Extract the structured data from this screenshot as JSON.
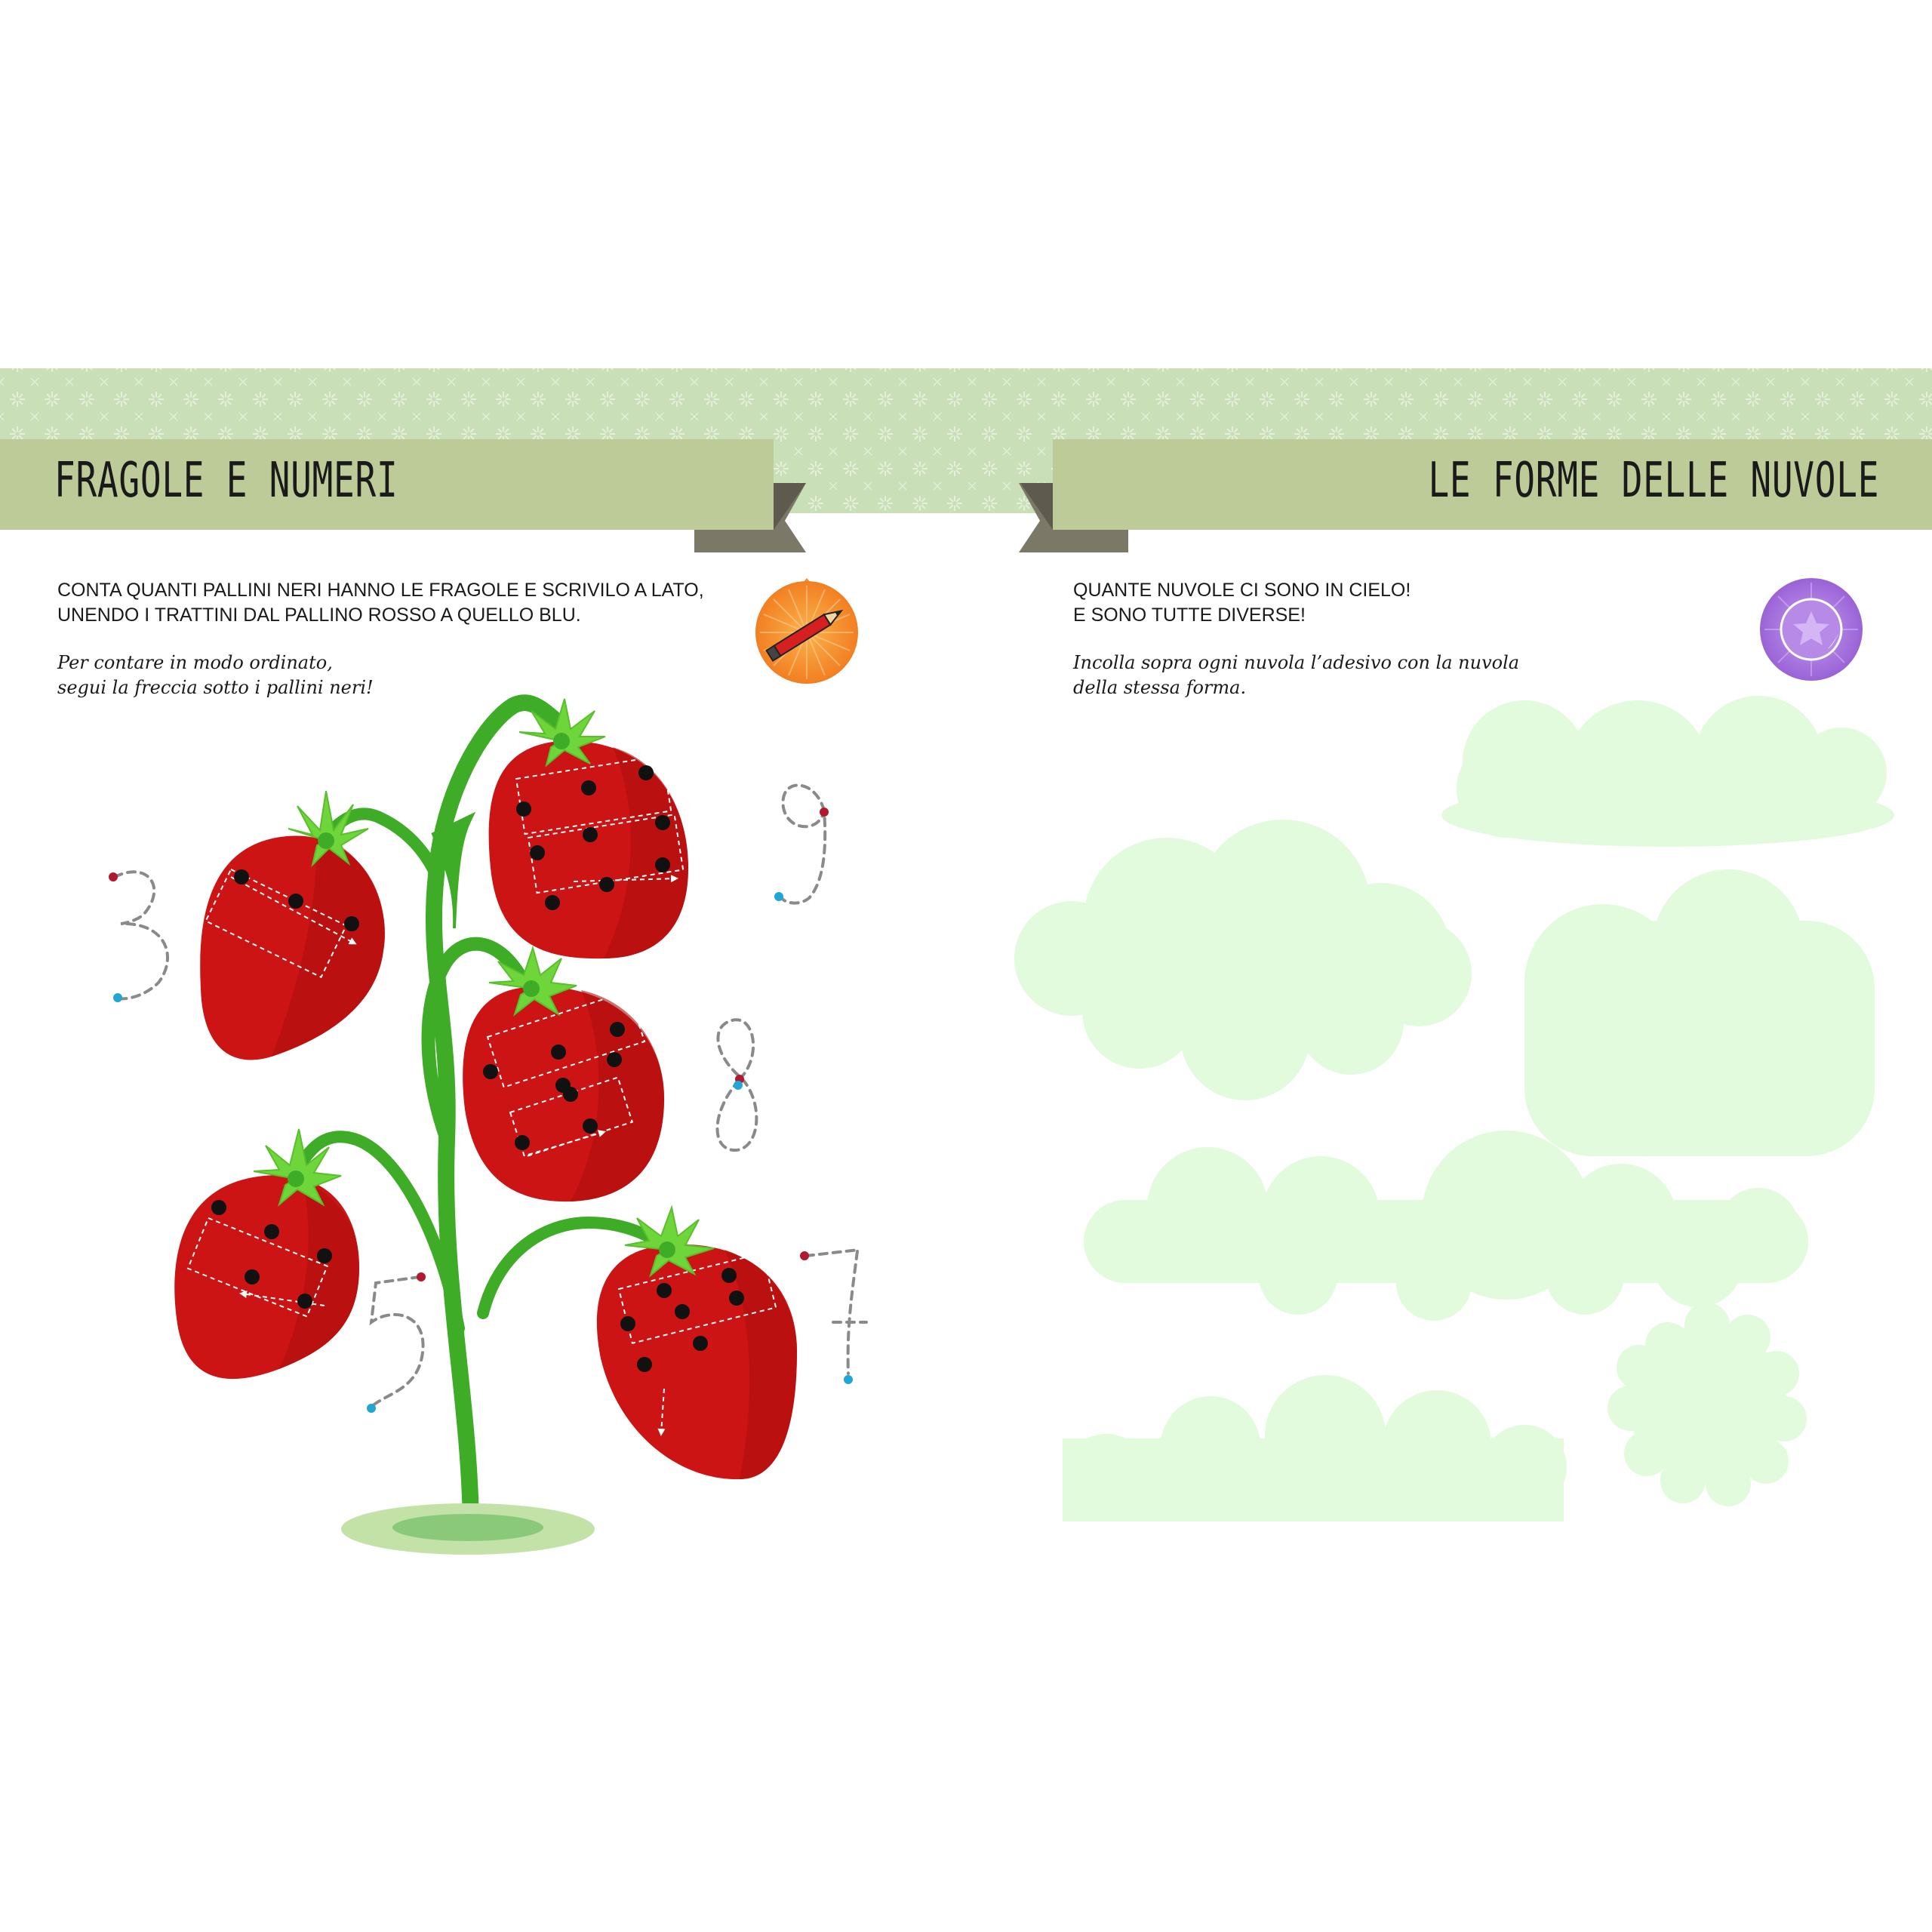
{
  "left_page": {
    "title": "FRAGOLE E NUMERI",
    "instruction": "CONTA QUANTI PALLINI NERI HANNO LE FRAGOLE E SCRIVILO A LATO,\nUNENDO I TRATTINI DAL PALLINO ROSSO A QUELLO BLU.",
    "hint": "Per contare in modo ordinato,\nsegui la freccia sotto i pallini neri!",
    "activity_icon": "pencil-icon",
    "strawberries": [
      {
        "name": "strawberry-top-left",
        "dots": 3
      },
      {
        "name": "strawberry-top-right",
        "dots": 9
      },
      {
        "name": "strawberry-middle",
        "dots": 8
      },
      {
        "name": "strawberry-bottom-left",
        "dots": 5
      },
      {
        "name": "strawberry-bottom-right",
        "dots": 7
      }
    ],
    "trace_numbers": [
      "3",
      "9",
      "8",
      "5",
      "7"
    ]
  },
  "right_page": {
    "title": "LE FORME DELLE NUVOLE",
    "instruction": "QUANTE NUVOLE CI SONO IN CIELO!\nE SONO TUTTE DIVERSE!",
    "hint": "Incolla sopra ogni nuvola l’adesivo con la nuvola\ndella stessa forma.",
    "activity_icon": "sticker-star-icon",
    "cloud_count": 6
  },
  "colors": {
    "banner_stripe": "#c9dfb7",
    "title_ribbon": "#bccb98",
    "ribbon_fold": "#7b7868",
    "strawberry": "#cc1414",
    "strawberry_shadow": "#ad0e0e",
    "leaf": "#6ed63a",
    "stem": "#3eac26",
    "cloud": "#e1fbdc",
    "pencil_badge": "#f68d2e",
    "sticker_badge": "#a36ed9",
    "trace_start_dot": "#b01a30",
    "trace_end_dot": "#22a6d6"
  }
}
